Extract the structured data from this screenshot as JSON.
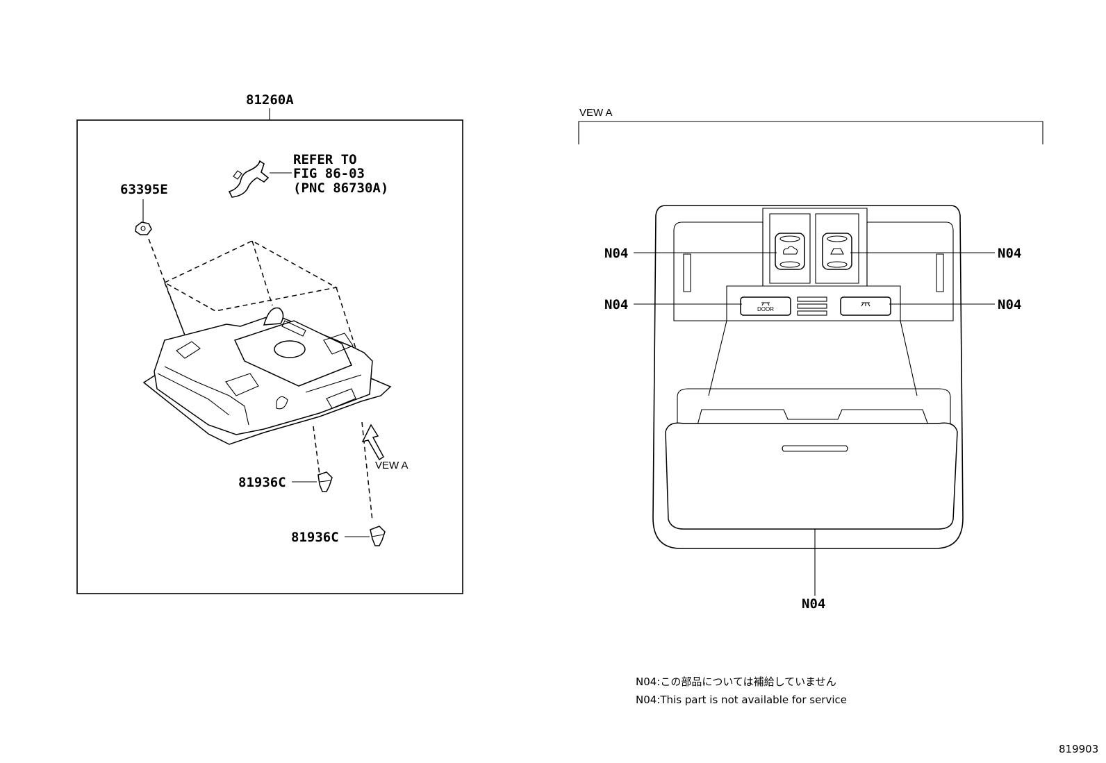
{
  "left_panel": {
    "assembly_label": "81260A",
    "refer_line1": "REFER TO",
    "refer_line2": "FIG 86-03",
    "refer_line3": "(PNC 86730A)",
    "part_63395E": "63395E",
    "part_81936C_1": "81936C",
    "part_81936C_2": "81936C",
    "view_arrow_label": "VEW A"
  },
  "right_panel": {
    "view_title": "VEW A",
    "callouts": {
      "top_left": "N04",
      "top_right": "N04",
      "mid_left": "N04",
      "mid_right": "N04",
      "bottom": "N04"
    },
    "door_button_text": "DOOR"
  },
  "notes": {
    "japanese": "N04:この部品については補給していません",
    "english": "N04:This part is not available for service"
  },
  "figure_number": "819903"
}
